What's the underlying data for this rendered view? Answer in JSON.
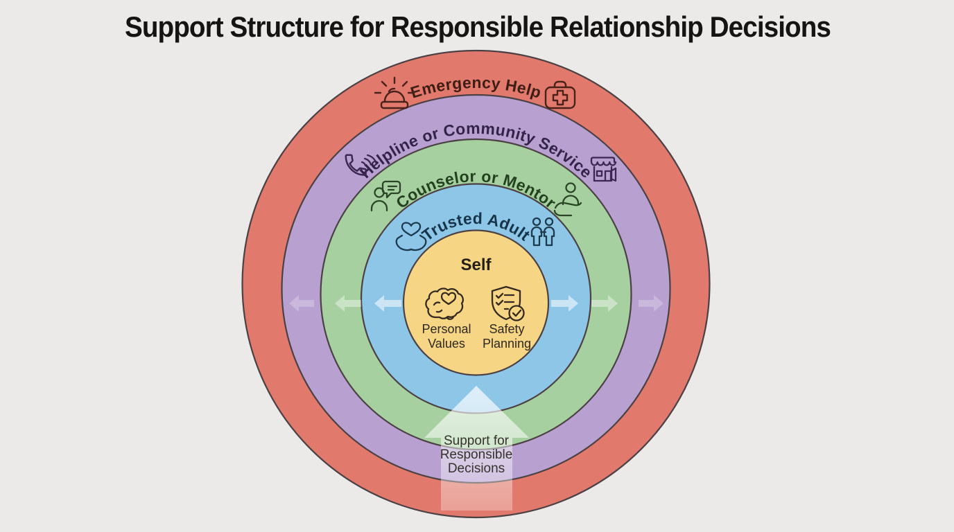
{
  "title": "Support Structure for Responsible Relationship Decisions",
  "background_color": "#ebeae8",
  "outline_color": "#4b4044",
  "rings": [
    {
      "label": "Emergency Help",
      "fill": "#e17a6c",
      "label_color": "#3f1d15",
      "left_icon": "siren-icon",
      "right_icon": "first-aid-kit-icon",
      "icon_color": "#4a211a"
    },
    {
      "label": "Helpline or Community Service",
      "fill": "#b8a1d1",
      "label_color": "#342349",
      "left_icon": "phone-icon",
      "right_icon": "storefront-icon",
      "icon_color": "#3b2752"
    },
    {
      "label": "Counselor or Mentor",
      "fill": "#a7d0a0",
      "label_color": "#23411f",
      "left_icon": "person-chat-icon",
      "right_icon": "person-care-icon",
      "icon_color": "#2a4526"
    },
    {
      "label": "Trusted Adult",
      "fill": "#8ec6e8",
      "label_color": "#16354a",
      "left_icon": "hands-heart-icon",
      "right_icon": "people-holding-hands-icon",
      "icon_color": "#1c394d"
    }
  ],
  "center": {
    "label": "Self",
    "fill": "#f6d585",
    "label_color": "#241f16",
    "item_label_color": "#2c2820",
    "items": [
      {
        "name": "personal-values",
        "icon": "brain-heart-icon",
        "lines": [
          "Personal",
          "Values"
        ]
      },
      {
        "name": "safety-planning",
        "icon": "shield-checklist-icon",
        "lines": [
          "Safety",
          "Planning"
        ]
      }
    ],
    "icon_color": "#33291e"
  },
  "bottom_arrow": {
    "lines": [
      "Support for",
      "Responsible",
      "Decisions"
    ],
    "text_color": "#35322b",
    "fill": "#ffffff"
  }
}
